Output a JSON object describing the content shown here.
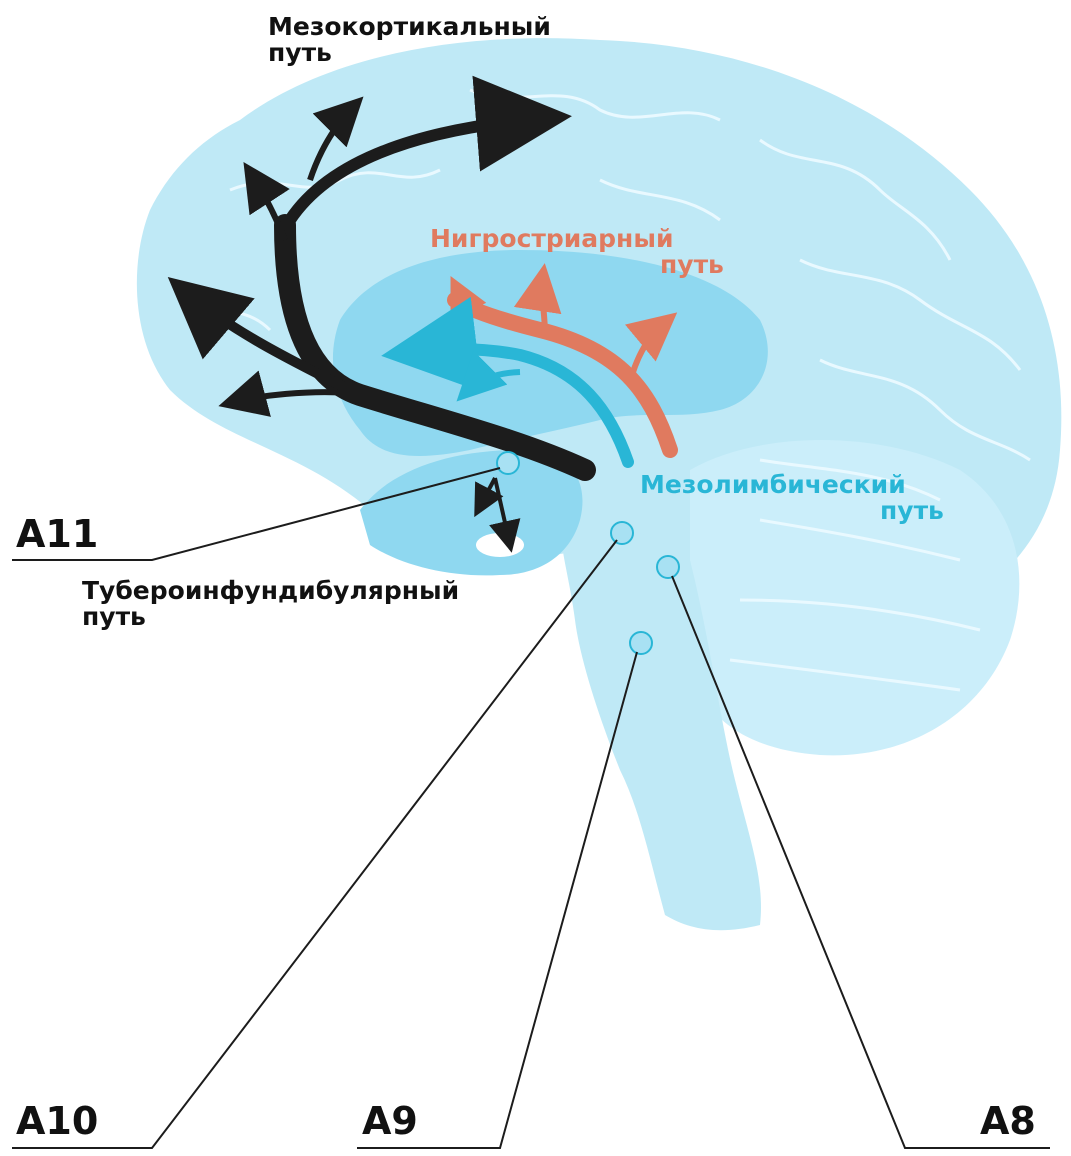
{
  "colors": {
    "brain_fill": "#bfe9f6",
    "brain_line": "#e9f9ff",
    "striatum_fill": "#8fd8f0",
    "mesocortical": "#1c1c1c",
    "nigrostriatal": "#e07a5f",
    "mesolimbic": "#29b6d6",
    "label_dark": "#111111",
    "label_salmon": "#e07a5f",
    "label_cyan": "#29b6d6"
  },
  "labels": {
    "mesocortical": [
      "Мезокортикальный",
      "путь"
    ],
    "nigrostriatal": [
      "Нигростриарный",
      "путь"
    ],
    "mesolimbic": [
      "Мезолимбический",
      "путь"
    ],
    "tuberoinfundibular": [
      "Тубероинфундибулярный",
      "путь"
    ]
  },
  "nuclei": {
    "a11": "A11",
    "a10": "A10",
    "a9": "A9",
    "a8": "A8"
  }
}
